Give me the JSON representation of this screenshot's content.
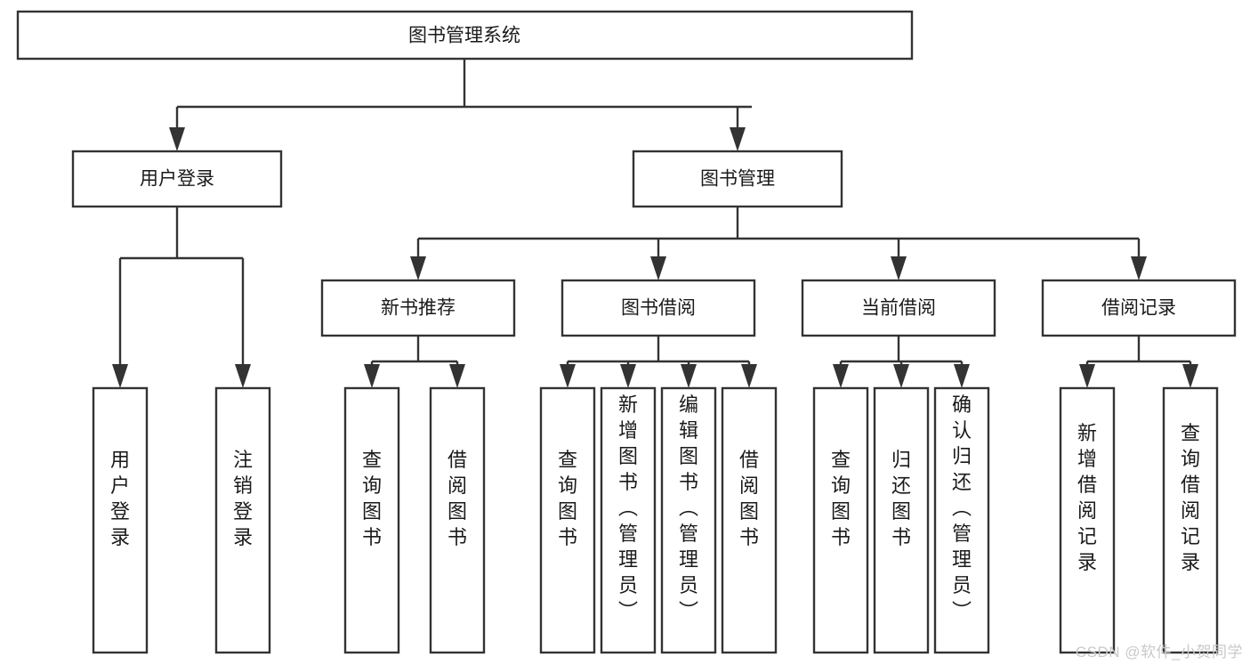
{
  "diagram": {
    "type": "tree",
    "title": "图书管理系统",
    "watermark": "CSDN @软件_小贺同学",
    "colors": {
      "box_stroke": "#333333",
      "box_fill": "#ffffff",
      "text": "#1a1a1a",
      "watermark": "#c9c9c9",
      "background": "#ffffff"
    },
    "nodes": {
      "root": {
        "label": "图书管理系统"
      },
      "level2": [
        {
          "id": "user-login",
          "label": "用户登录"
        },
        {
          "id": "book-manage",
          "label": "图书管理"
        }
      ],
      "level3": [
        {
          "id": "new-book-recommend",
          "label": "新书推荐"
        },
        {
          "id": "book-borrow",
          "label": "图书借阅"
        },
        {
          "id": "current-borrow",
          "label": "当前借阅"
        },
        {
          "id": "borrow-record",
          "label": "借阅记录"
        }
      ],
      "leaves": {
        "user-login": [
          {
            "id": "leaf-user-login",
            "label": "用户登录"
          },
          {
            "id": "leaf-logout",
            "label": "注销登录"
          }
        ],
        "new-book-recommend": [
          {
            "id": "leaf-query-book-1",
            "label": "查询图书"
          },
          {
            "id": "leaf-borrow-book-1",
            "label": "借阅图书"
          }
        ],
        "book-borrow": [
          {
            "id": "leaf-query-book-2",
            "label": "查询图书"
          },
          {
            "id": "leaf-add-book",
            "label": "新增图书（管理员）"
          },
          {
            "id": "leaf-edit-book",
            "label": "编辑图书（管理员）"
          },
          {
            "id": "leaf-borrow-book-2",
            "label": "借阅图书"
          }
        ],
        "current-borrow": [
          {
            "id": "leaf-query-book-3",
            "label": "查询图书"
          },
          {
            "id": "leaf-return-book",
            "label": "归还图书"
          },
          {
            "id": "leaf-confirm-return",
            "label": "确认归还（管理员）"
          }
        ],
        "borrow-record": [
          {
            "id": "leaf-add-record",
            "label": "新增借阅记录"
          },
          {
            "id": "leaf-query-record",
            "label": "查询借阅记录"
          }
        ]
      }
    }
  }
}
